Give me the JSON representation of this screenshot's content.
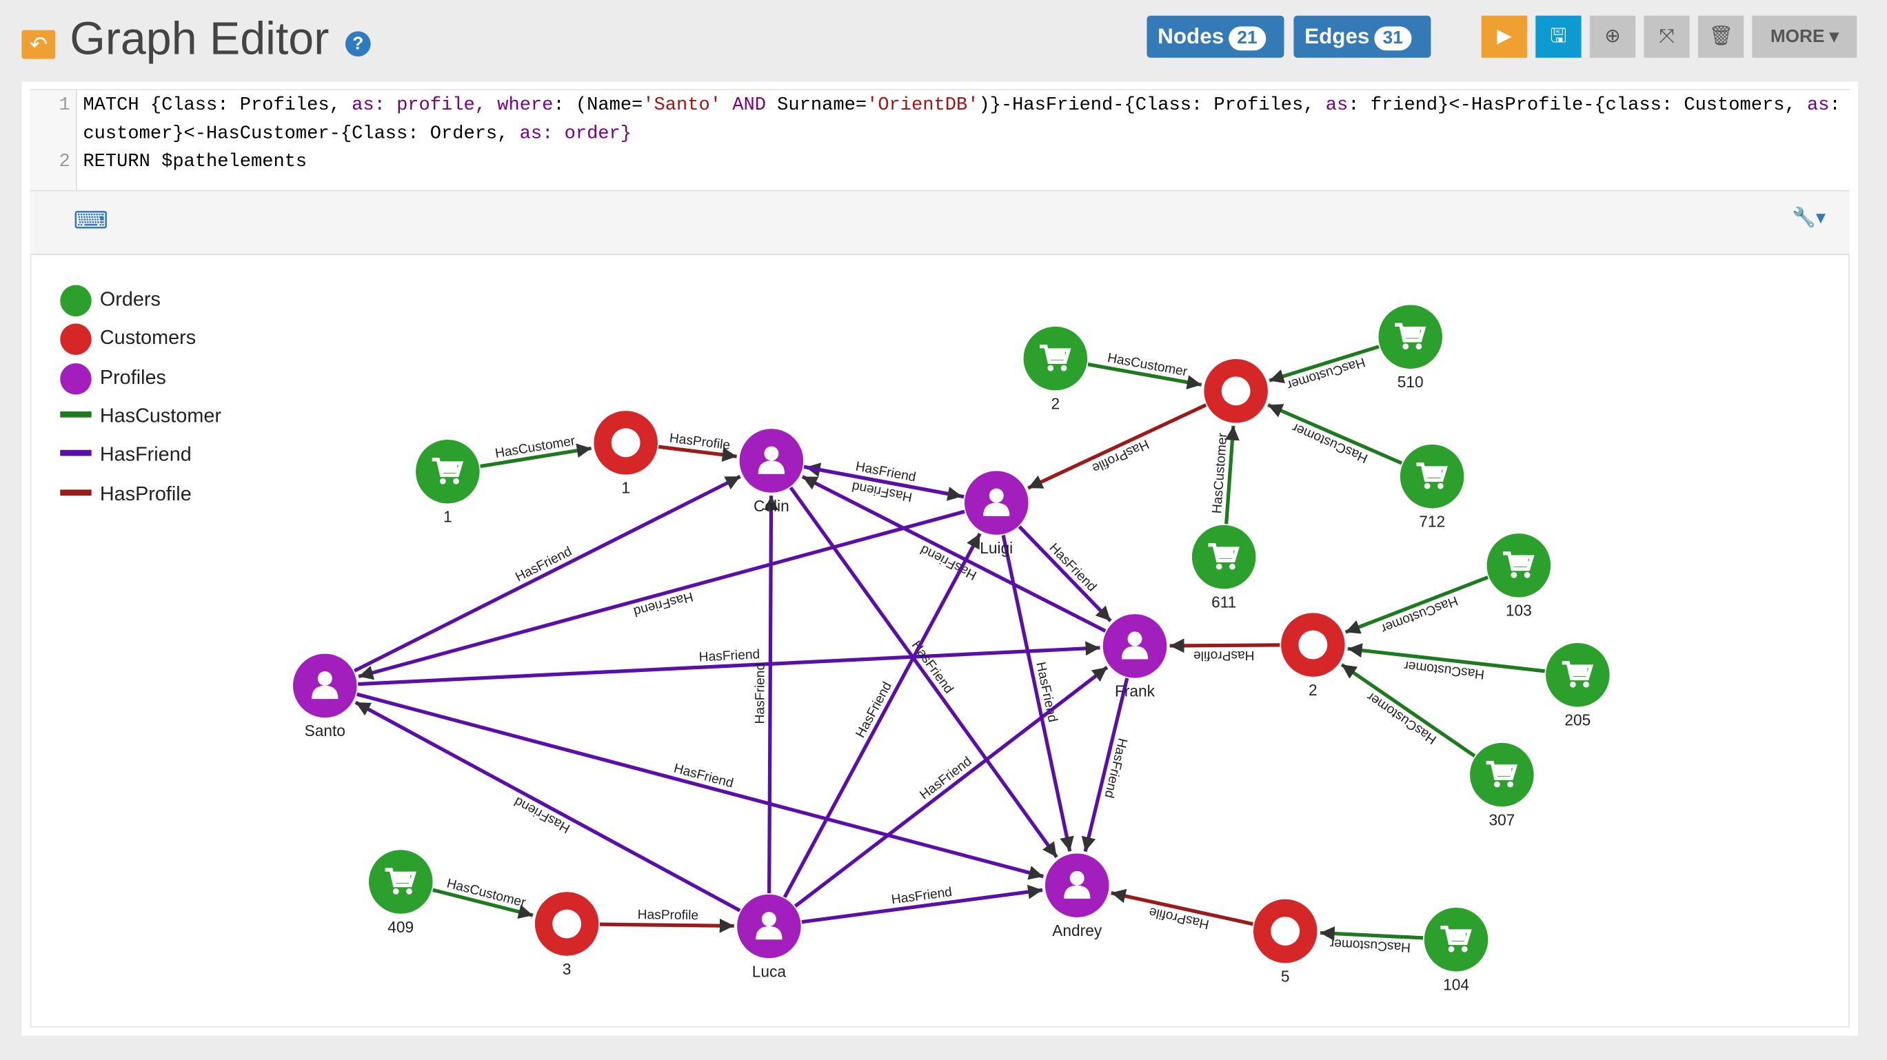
{
  "header": {
    "title": "Graph Editor",
    "help": "?",
    "nodes_label": "Nodes",
    "nodes_count": "21",
    "edges_label": "Edges",
    "edges_count": "31",
    "more_label": "MORE"
  },
  "query": {
    "line1_no": "1",
    "line2_no": "2",
    "l1": [
      [
        "MATCH {Class: Profiles, ",
        ""
      ],
      [
        "as",
        ""
      ],
      [
        ": profile, ",
        ""
      ],
      [
        "where",
        ""
      ],
      [
        ": (Name=",
        ""
      ],
      [
        "'Santo'",
        ""
      ],
      [
        " AND ",
        ""
      ],
      [
        "Surname=",
        ""
      ],
      [
        "'OrientDB'",
        ""
      ],
      [
        ")}-HasFriend-{Class: Profiles, ",
        ""
      ],
      [
        "as",
        ""
      ],
      [
        ": friend}<-HasProfile-{class: Customers, ",
        ""
      ],
      [
        "as",
        ""
      ],
      [
        ":",
        ""
      ]
    ],
    "l1b": "customer}<-HasCustomer-{Class: Orders, ",
    "l1b_as": "as",
    "l1b_rest": ": order}",
    "l2": "RETURN $pathelements"
  },
  "legend": [
    {
      "label": "Orders",
      "color": "#2ca02c",
      "kind": "dot"
    },
    {
      "label": "Customers",
      "color": "#d62728",
      "kind": "dot"
    },
    {
      "label": "Profiles",
      "color": "#a31fbd",
      "kind": "dot"
    },
    {
      "label": "HasCustomer",
      "color": "#1e7a1e",
      "kind": "line"
    },
    {
      "label": "HasFriend",
      "color": "#5a0fa8",
      "kind": "line"
    },
    {
      "label": "HasProfile",
      "color": "#9b1b1b",
      "kind": "line"
    }
  ],
  "colors": {
    "Orders": "#2ca02c",
    "Customers": "#d62728",
    "Profiles": "#a31fbd",
    "HasCustomer": "#1e7a1e",
    "HasFriend": "#5a0fa8",
    "HasProfile": "#9b1b1b"
  },
  "nodes": [
    {
      "id": "o1",
      "cls": "Orders",
      "label": "1"
    },
    {
      "id": "o2",
      "cls": "Orders",
      "label": "2"
    },
    {
      "id": "o510",
      "cls": "Orders",
      "label": "510"
    },
    {
      "id": "o712",
      "cls": "Orders",
      "label": "712"
    },
    {
      "id": "o611",
      "cls": "Orders",
      "label": "611"
    },
    {
      "id": "o103",
      "cls": "Orders",
      "label": "103"
    },
    {
      "id": "o205",
      "cls": "Orders",
      "label": "205"
    },
    {
      "id": "o307",
      "cls": "Orders",
      "label": "307"
    },
    {
      "id": "o409",
      "cls": "Orders",
      "label": "409"
    },
    {
      "id": "o104",
      "cls": "Orders",
      "label": "104"
    },
    {
      "id": "c1",
      "cls": "Customers",
      "label": "1"
    },
    {
      "id": "cT",
      "cls": "Customers",
      "label": ""
    },
    {
      "id": "c2",
      "cls": "Customers",
      "label": "2"
    },
    {
      "id": "c3",
      "cls": "Customers",
      "label": "3"
    },
    {
      "id": "c5",
      "cls": "Customers",
      "label": "5"
    },
    {
      "id": "colin",
      "cls": "Profiles",
      "label": "Colin"
    },
    {
      "id": "luigi",
      "cls": "Profiles",
      "label": "Luigi"
    },
    {
      "id": "frank",
      "cls": "Profiles",
      "label": "Frank"
    },
    {
      "id": "santo",
      "cls": "Profiles",
      "label": "Santo"
    },
    {
      "id": "luca",
      "cls": "Profiles",
      "label": "Luca"
    },
    {
      "id": "andrey",
      "cls": "Profiles",
      "label": "Andrey"
    }
  ],
  "edges": [
    {
      "from": "o1",
      "to": "c1",
      "label": "HasCustomer"
    },
    {
      "from": "o2",
      "to": "cT",
      "label": "HasCustomer"
    },
    {
      "from": "o510",
      "to": "cT",
      "label": "HasCustomer"
    },
    {
      "from": "o712",
      "to": "cT",
      "label": "HasCustomer"
    },
    {
      "from": "o611",
      "to": "cT",
      "label": "HasCustomer"
    },
    {
      "from": "o103",
      "to": "c2",
      "label": "HasCustomer"
    },
    {
      "from": "o205",
      "to": "c2",
      "label": "HasCustomer"
    },
    {
      "from": "o307",
      "to": "c2",
      "label": "HasCustomer"
    },
    {
      "from": "o409",
      "to": "c3",
      "label": "HasCustomer"
    },
    {
      "from": "o104",
      "to": "c5",
      "label": "HasCustomer"
    },
    {
      "from": "c1",
      "to": "colin",
      "label": "HasProfile"
    },
    {
      "from": "cT",
      "to": "luigi",
      "label": "HasProfile"
    },
    {
      "from": "c2",
      "to": "frank",
      "label": "HasProfile"
    },
    {
      "from": "c3",
      "to": "luca",
      "label": "HasProfile"
    },
    {
      "from": "c5",
      "to": "andrey",
      "label": "HasProfile"
    },
    {
      "from": "santo",
      "to": "colin",
      "label": "HasFriend"
    },
    {
      "from": "luigi",
      "to": "santo",
      "label": "HasFriend"
    },
    {
      "from": "santo",
      "to": "frank",
      "label": "HasFriend"
    },
    {
      "from": "santo",
      "to": "andrey",
      "label": "HasFriend"
    },
    {
      "from": "luca",
      "to": "santo",
      "label": "HasFriend"
    },
    {
      "from": "luca",
      "to": "colin",
      "label": "HasFriend"
    },
    {
      "from": "colin",
      "to": "andrey",
      "label": "HasFriend"
    },
    {
      "from": "luigi",
      "to": "colin",
      "label": "HasFriend"
    },
    {
      "from": "frank",
      "to": "colin",
      "label": "HasFriend"
    },
    {
      "from": "luca",
      "to": "luigi",
      "label": "HasFriend"
    },
    {
      "from": "luigi",
      "to": "frank",
      "label": "HasFriend"
    },
    {
      "from": "luigi",
      "to": "andrey",
      "label": "HasFriend"
    },
    {
      "from": "frank",
      "to": "andrey",
      "label": "HasFriend"
    },
    {
      "from": "luca",
      "to": "frank",
      "label": "HasFriend"
    },
    {
      "from": "luca",
      "to": "andrey",
      "label": "HasFriend"
    },
    {
      "from": "colin",
      "to": "luigi",
      "label": "HasFriend"
    }
  ]
}
